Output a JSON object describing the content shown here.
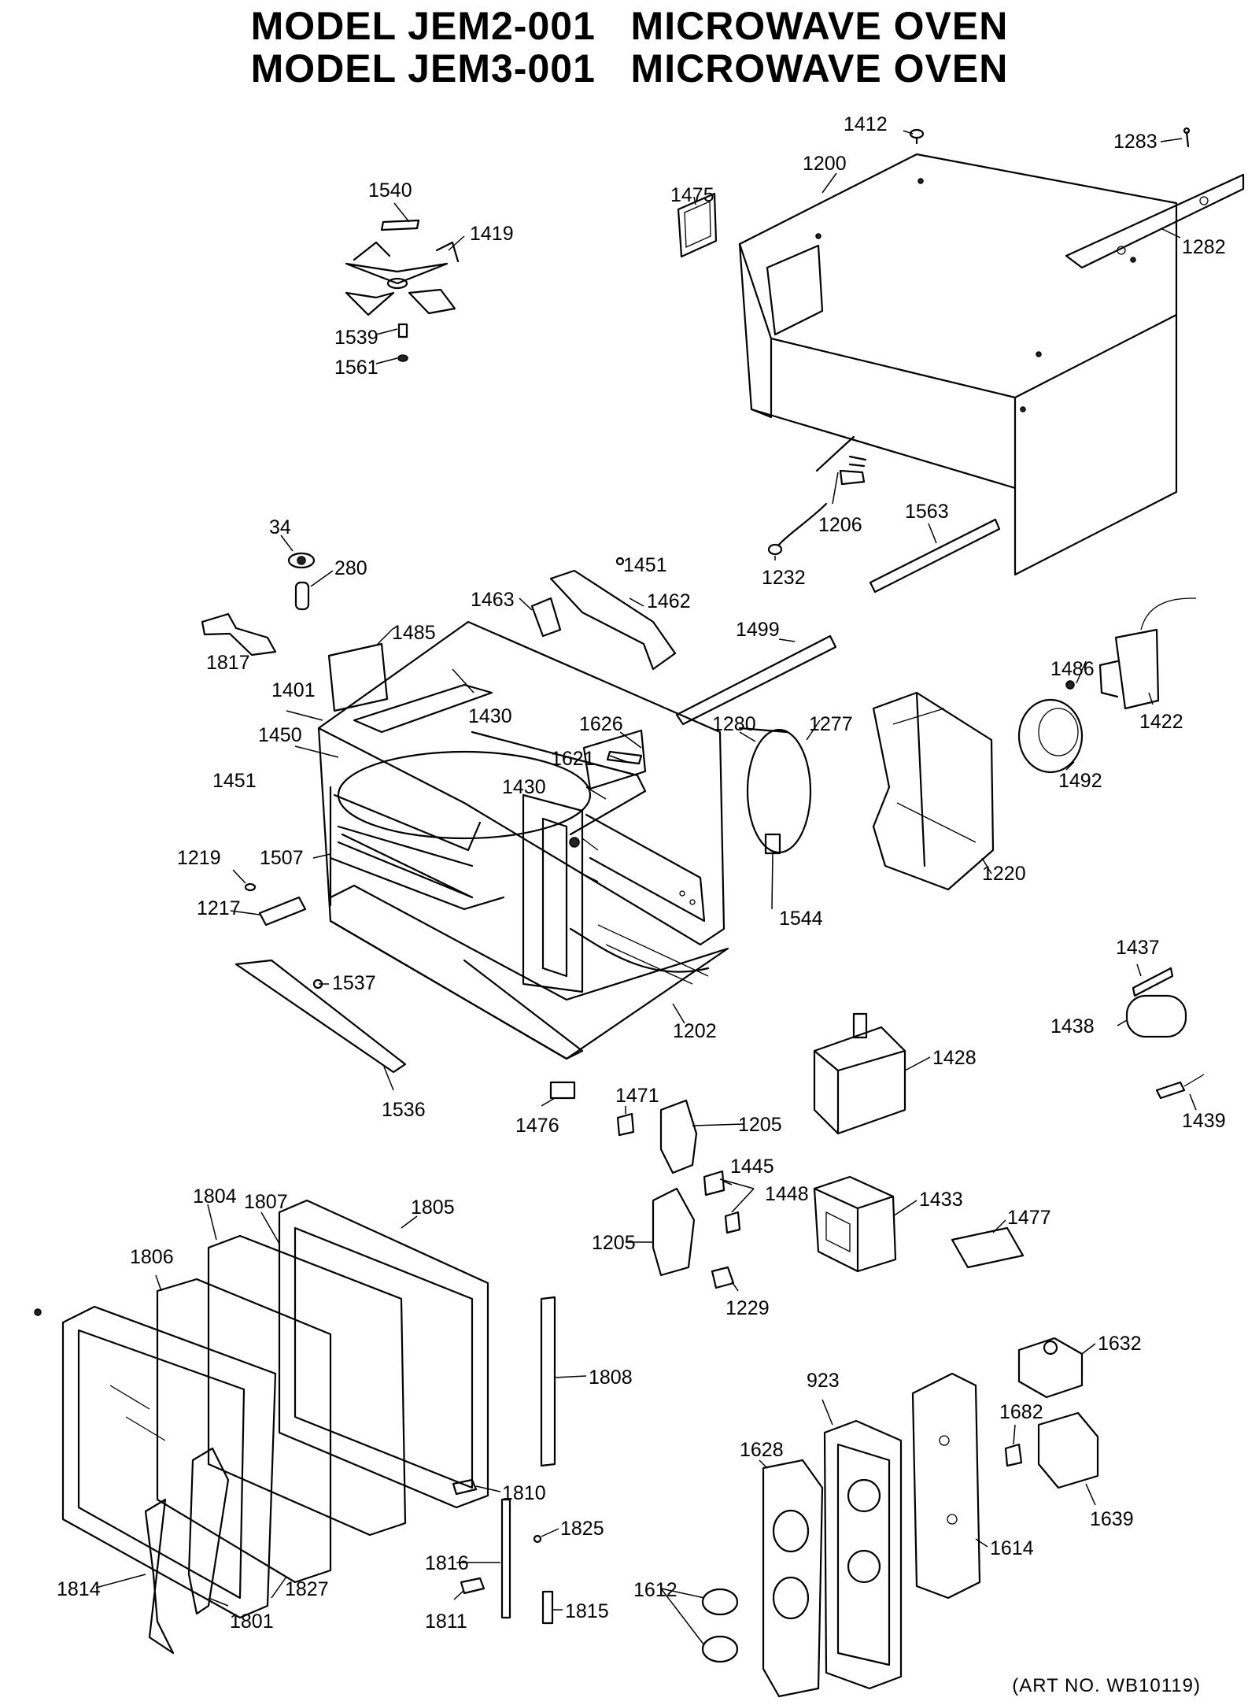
{
  "title_line_1": "MODEL JEM2-001   MICROWAVE OVEN",
  "title_line_2": "MODEL JEM3-001   MICROWAVE OVEN",
  "art_number": "(ART NO. WB10119)",
  "labels": {
    "p1412": "1412",
    "p1283": "1283",
    "p1200": "1200",
    "p1475": "1475",
    "p1282": "1282",
    "p1540": "1540",
    "p1419": "1419",
    "p1539": "1539",
    "p1561": "1561",
    "p1206": "1206",
    "p1232": "1232",
    "p1563": "1563",
    "p34": "34",
    "p280": "280",
    "p1451a": "1451",
    "p1463": "1463",
    "p1462": "1462",
    "p1485": "1485",
    "p1817": "1817",
    "p1401": "1401",
    "p1430a": "1430",
    "p1499": "1499",
    "p1486": "1486",
    "p1422": "1422",
    "p1450": "1450",
    "p1626": "1626",
    "p1280": "1280",
    "p1277": "1277",
    "p1451b": "1451",
    "p1621": "1621",
    "p1430b": "1430",
    "p1492": "1492",
    "p1219": "1219",
    "p1507": "1507",
    "p1220": "1220",
    "p1217": "1217",
    "p1544": "1544",
    "p1537": "1537",
    "p1437": "1437",
    "p1202": "1202",
    "p1438": "1438",
    "p1428": "1428",
    "p1536": "1536",
    "p1476": "1476",
    "p1471": "1471",
    "p1205a": "1205",
    "p1439": "1439",
    "p1445": "1445",
    "p1448": "1448",
    "p1804": "1804",
    "p1807": "1807",
    "p1805": "1805",
    "p1433": "1433",
    "p1477": "1477",
    "p1205b": "1205",
    "p1806": "1806",
    "p1229": "1229",
    "p1632": "1632",
    "p1808": "1808",
    "p923": "923",
    "p1682": "1682",
    "p1628": "1628",
    "p1639": "1639",
    "p1810": "1810",
    "p1825": "1825",
    "p1614": "1614",
    "p1816": "1816",
    "p1612": "1612",
    "p1814": "1814",
    "p1827": "1827",
    "p1801": "1801",
    "p1811": "1811",
    "p1815": "1815"
  }
}
